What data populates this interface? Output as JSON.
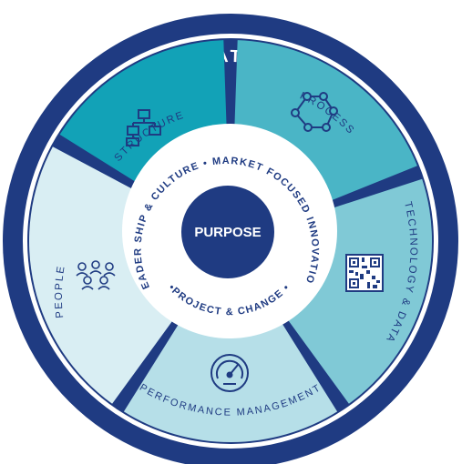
{
  "outer_ring": {
    "label": "STRATEGY"
  },
  "segments": [
    {
      "id": "structure",
      "label": "STRUCTURE",
      "color": "#12a2b7",
      "icon": "org-chart-icon"
    },
    {
      "id": "process",
      "label": "PROCESS",
      "color": "#4ab5c6",
      "icon": "process-cycle-icon"
    },
    {
      "id": "technology",
      "label": "TECHNOLOGY & DATA",
      "color": "#80c9d6",
      "icon": "qr-code-icon"
    },
    {
      "id": "performance",
      "label": "PERFORMANCE MANAGEMENT",
      "color": "#b6dfe8",
      "icon": "gauge-icon"
    },
    {
      "id": "people",
      "label": "PEOPLE",
      "color": "#d9eef3",
      "icon": "people-group-icon"
    }
  ],
  "inner_ring": {
    "top": "LEADER SHIP & CULTURE • MARKET FOCUSED INNOVATION",
    "bottom": "•PROJECT & CHANGE •"
  },
  "center": {
    "label": "PURPOSE"
  },
  "colors": {
    "navy": "#1f3b82",
    "white": "#ffffff"
  }
}
